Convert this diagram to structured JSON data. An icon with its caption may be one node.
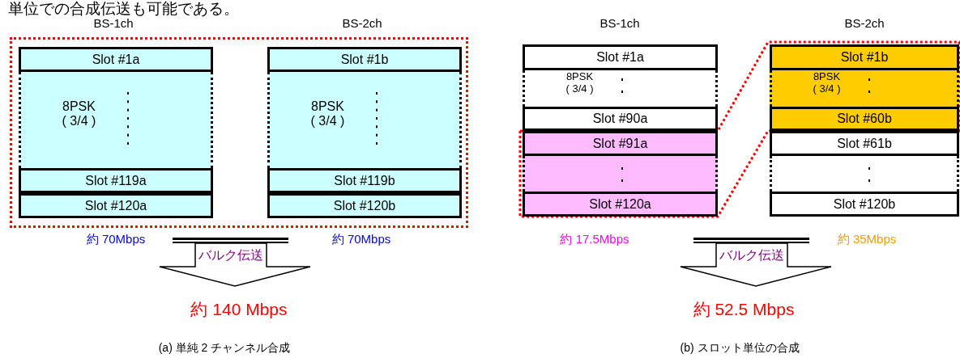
{
  "diagram": {
    "nodes": [
      {
        "text": [],
        "shape": "box"
      },
      {
        "text": [
          "Slot #1a"
        ],
        "in": 0
      },
      {
        "text": [
          "8PSK ( 3/4 )"
        ],
        "in": 0
      },
      {
        "text": [
          "Slot #119a"
        ],
        "in": 0
      },
      {
        "text": [
          "Slot #120a"
        ],
        "in": 0
      },
      {
        "text": [
          "Slot #1b"
        ],
        "in": 0
      },
      {
        "text": [
          "8PSK ( 3/4 )"
        ],
        "in": 0
      },
      {
        "text": [
          "Slot #119b"
        ],
        "in": 0
      },
      {
        "text": [
          "Slot #120b"
        ],
        "in": 0
      },
      {
        "text": [
          "バルク伝送"
        ]
      },
      {
        "text": [
          "Slot #1a"
        ]
      },
      {
        "text": [
          "8PSK ( 3/4 )"
        ]
      },
      {
        "text": [
          "Slot #90a"
        ]
      },
      {
        "text": [
          "Slot #91a"
        ]
      },
      {
        "text": [],
        "shape": "box"
      },
      {
        "text": [
          "Slot #120a"
        ]
      },
      {
        "text": [
          "Slot #1b"
        ]
      },
      {
        "text": [
          "8PSK ( 3/4 )"
        ]
      },
      {
        "text": [
          "Slot #60b"
        ]
      },
      {
        "text": [
          "Slot #61b"
        ]
      },
      {
        "text": [],
        "shape": "box"
      },
      {
        "text": [
          "Slot #120b"
        ]
      },
      {
        "text": [
          "バルク伝送"
        ]
      }
    ],
    "labels": [
      "単位での合成伝送も可能である。",
      "BS-1ch",
      "BS-2ch",
      "BS-1ch",
      "BS-2ch",
      "約 70Mbps",
      "約 70Mbps",
      "約 17.5Mbps",
      "約 35Mbps",
      "約 140 Mbps",
      "約 52.5 Mbps",
      "(a)  単純 2 チャンネル合成",
      "(b)  スロット単位の合成"
    ]
  }
}
